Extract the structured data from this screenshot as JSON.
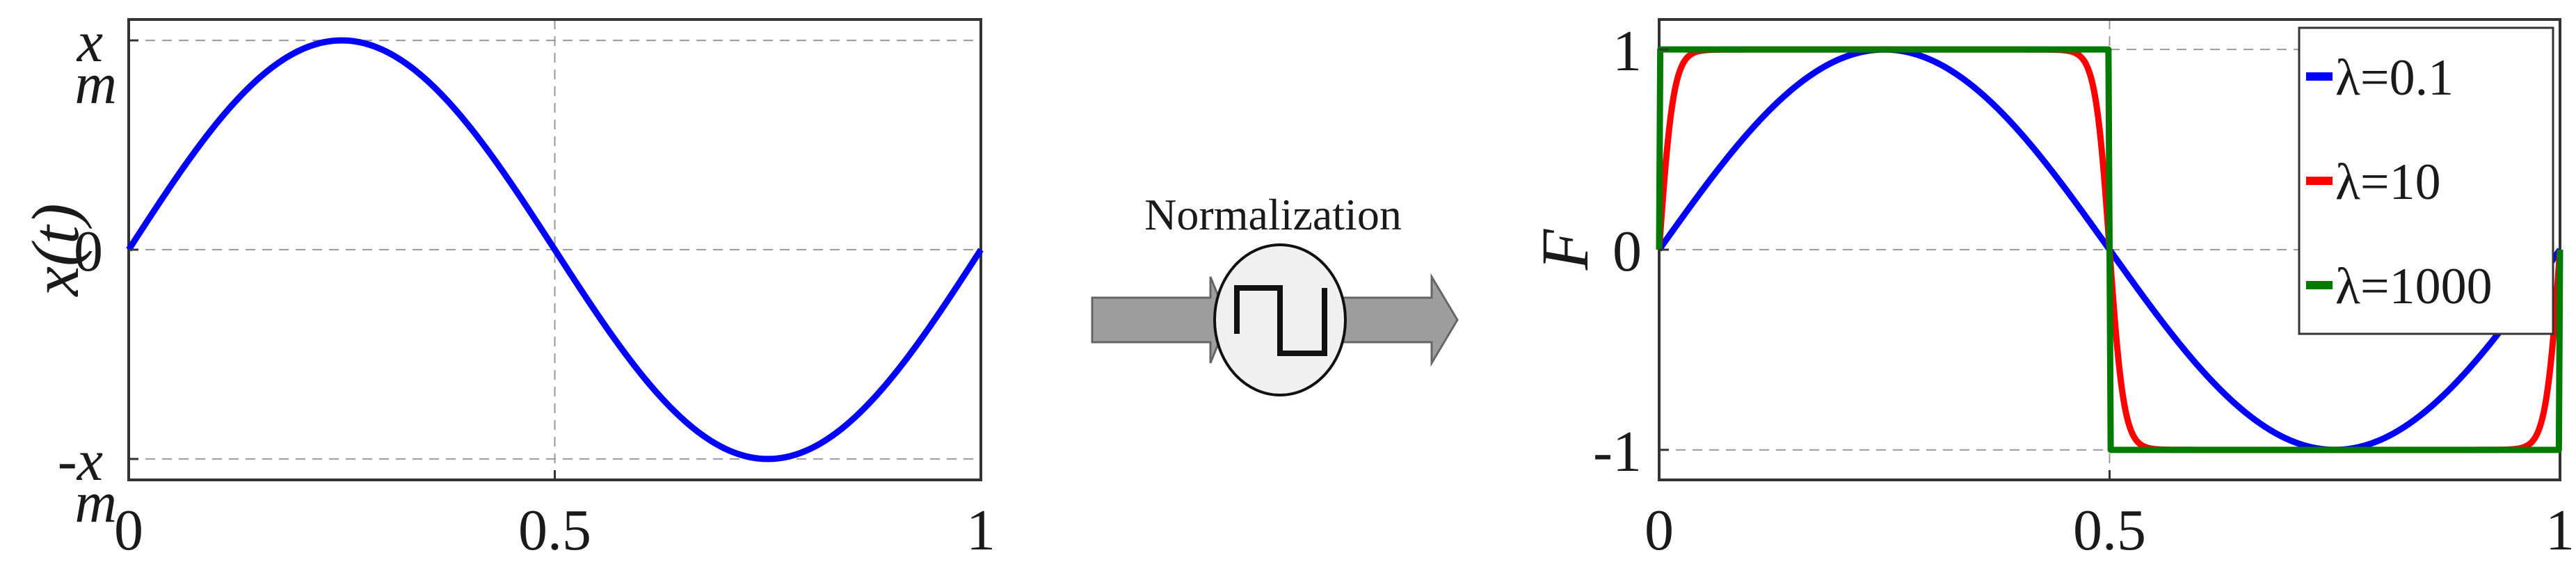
{
  "colors": {
    "blue": "#0000ff",
    "red": "#ff0000",
    "green": "#007a00",
    "arrow": "#9e9e9e",
    "node": "#f0f0f0"
  },
  "chart_data": [
    {
      "type": "line",
      "ylabel": "x(t)",
      "xlim": [
        0,
        1
      ],
      "ylim": [
        -1.1,
        1.1
      ],
      "grid": true,
      "xticks": [
        {
          "v": 0,
          "label": "0"
        },
        {
          "v": 0.5,
          "label": "0.5"
        },
        {
          "v": 1,
          "label": "1"
        }
      ],
      "yticks": [
        {
          "v": 1,
          "base": "x",
          "sub": "m"
        },
        {
          "v": 0,
          "base": "0",
          "sub": ""
        },
        {
          "v": -1,
          "base": "-x",
          "sub": "m"
        }
      ],
      "series": [
        {
          "function": "sin(2*pi*t)",
          "color": "#0000ff"
        }
      ]
    },
    {
      "type": "line",
      "ylabel": "F",
      "xlim": [
        0,
        1
      ],
      "ylim": [
        -1.15,
        1.15
      ],
      "grid": true,
      "legend_position": "top-right",
      "xticks": [
        {
          "v": 0,
          "label": "0"
        },
        {
          "v": 0.5,
          "label": "0.5"
        },
        {
          "v": 1,
          "label": "1"
        }
      ],
      "yticks": [
        {
          "v": 1,
          "label": "1"
        },
        {
          "v": 0,
          "label": "0"
        },
        {
          "v": -1,
          "label": "-1"
        }
      ],
      "series": [
        {
          "name": "λ=0.1",
          "lambda": 0.1,
          "color": "#0000ff"
        },
        {
          "name": "λ=10",
          "lambda": 10,
          "color": "#ff0000"
        },
        {
          "name": "λ=1000",
          "lambda": 1000,
          "color": "#007a00"
        }
      ]
    }
  ],
  "diagram": {
    "label": "Normalization",
    "icon": "square-wave-icon"
  }
}
